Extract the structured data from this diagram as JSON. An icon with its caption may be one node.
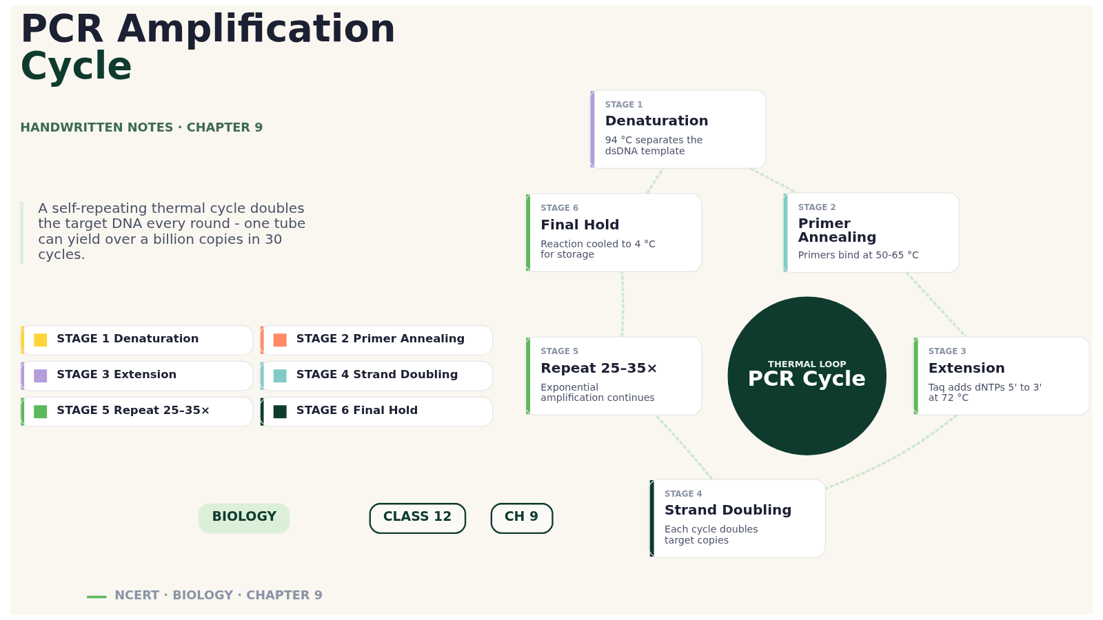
{
  "diagram": {
    "title": "PCR Amplification Cycle",
    "nodes": [
      {
        "text": [
          "BIOLOGY"
        ]
      },
      {
        "text": [
          "CLASS 12"
        ]
      },
      {
        "text": [
          "CH 9"
        ]
      },
      {
        "text": [
          "THERMAL LOOP",
          "PCR Cycle"
        ]
      },
      {
        "text": [
          "STAGE 1",
          "Denaturation",
          "94 °C separates the dsDNA template"
        ]
      },
      {
        "text": [
          "STAGE 2",
          "Primer Annealing",
          "Primers bind at 50-65 °C"
        ]
      },
      {
        "text": [
          "STAGE 3",
          "Extension",
          "Taq adds dNTPs 5' to 3' at 72 °C"
        ]
      },
      {
        "text": [
          "STAGE 4",
          "Strand Doubling",
          "Each cycle doubles target copies"
        ]
      },
      {
        "text": [
          "STAGE 5",
          "Repeat 25–35×",
          "Exponential amplification continues"
        ]
      },
      {
        "text": [
          "STAGE 6",
          "Final Hold",
          "Reaction cooled to 4 °C for storage"
        ]
      }
    ],
    "edges": [
      {
        "from": 4,
        "to": 5,
        "arrow": "none",
        "style": "dashed"
      },
      {
        "from": 5,
        "to": 6,
        "arrow": "none",
        "style": "dashed"
      },
      {
        "from": 6,
        "to": 7,
        "arrow": "none",
        "style": "dashed"
      },
      {
        "from": 7,
        "to": 8,
        "arrow": "none",
        "style": "dashed"
      },
      {
        "from": 8,
        "to": 9,
        "arrow": "none",
        "style": "dashed"
      },
      {
        "from": 9,
        "to": 4,
        "arrow": "none",
        "style": "dashed"
      }
    ],
    "labels": [
      "HANDWRITTEN NOTES · CHAPTER 9",
      "A self-repeating thermal cycle doubles the target DNA every round - one tube can yield over a billion copies in 30 cycles.",
      "NCERT · BIOLOGY · CHAPTER 9"
    ],
    "legend": [
      {
        "text": "STAGE 1 Denaturation",
        "color": "#ffd43b"
      },
      {
        "text": "STAGE 2 Primer Annealing",
        "color": "#ff8a65"
      },
      {
        "text": "STAGE 3 Extension",
        "color": "#b39ddb"
      },
      {
        "text": "STAGE 4 Strand Doubling",
        "color": "#80cbc4"
      },
      {
        "text": "STAGE 5 Repeat 25–35×",
        "color": "#5cb85c"
      },
      {
        "text": "STAGE 6 Final Hold",
        "color": "#0e3b2e"
      }
    ]
  }
}
